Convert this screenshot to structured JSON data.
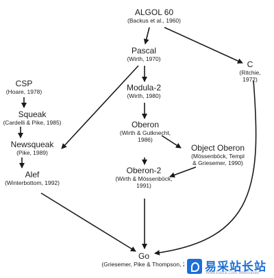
{
  "nodes": {
    "algol60": {
      "name": "ALGOL 60",
      "cite": "(Backus et al., 1960)"
    },
    "pascal": {
      "name": "Pascal",
      "cite": "(Wirth, 1970)"
    },
    "c": {
      "name": "C",
      "cite": "(Ritchie, 1972)"
    },
    "csp": {
      "name": "CSP",
      "cite": "(Hoare, 1978)"
    },
    "modula2": {
      "name": "Modula-2",
      "cite": "(Wirth, 1980)"
    },
    "squeak": {
      "name": "Squeak",
      "cite": "(Cardelli & Pike, 1985)"
    },
    "oberon": {
      "name": "Oberon",
      "cite": "(Wirth & Gutknecht,\n1986)"
    },
    "newsqueak": {
      "name": "Newsqueak",
      "cite": "(Pike, 1989)"
    },
    "objectoberon": {
      "name": "Object Oberon",
      "cite": "(Mössenböck, Templ\n& Griesemer, 1990)"
    },
    "oberon2": {
      "name": "Oberon-2",
      "cite": "(Wirth & Mössenböck,\n1991)"
    },
    "alef": {
      "name": "Alef",
      "cite": "(Winterbottom, 1992)"
    },
    "go": {
      "name": "Go",
      "cite": "(Griesemer, Pike & Thompson, 2"
    }
  },
  "edges": [
    [
      "algol60",
      "pascal"
    ],
    [
      "algol60",
      "c"
    ],
    [
      "pascal",
      "modula2"
    ],
    [
      "pascal",
      "newsqueak"
    ],
    [
      "modula2",
      "oberon"
    ],
    [
      "oberon",
      "objectoberon"
    ],
    [
      "oberon",
      "oberon2"
    ],
    [
      "objectoberon",
      "oberon2"
    ],
    [
      "oberon2",
      "go"
    ],
    [
      "csp",
      "squeak"
    ],
    [
      "squeak",
      "newsqueak"
    ],
    [
      "newsqueak",
      "alef"
    ],
    [
      "alef",
      "go"
    ],
    [
      "c",
      "go"
    ]
  ],
  "watermark": {
    "text": "易采站长站",
    "sub": "Www.Easck.Com Webmaster"
  },
  "colors": {
    "line": "#1a1a1a",
    "watermark": "#1f6fd3"
  }
}
